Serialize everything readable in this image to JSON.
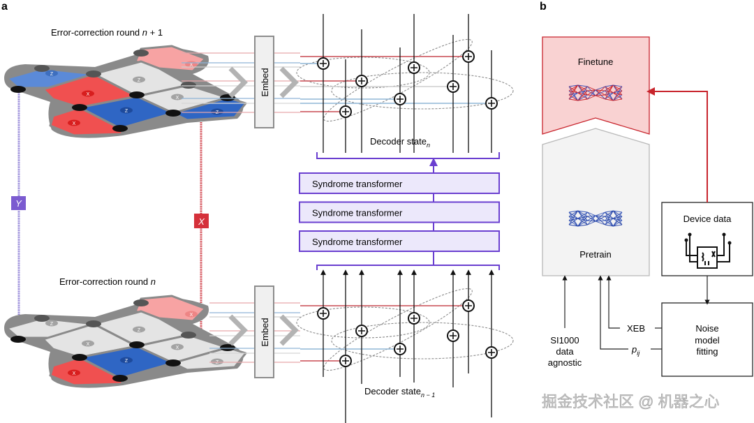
{
  "panel_a": {
    "letter": "a",
    "round_top": {
      "prefix": "Error-correction round ",
      "var": "n",
      "suffix": " + 1"
    },
    "round_bottom": {
      "prefix": "Error-correction round ",
      "var": "n",
      "suffix": ""
    },
    "embed_label": "Embed",
    "decoder_state_top": {
      "text": "Decoder state",
      "sub": "n"
    },
    "decoder_state_bottom": {
      "text": "Decoder state",
      "sub": "n − 1"
    },
    "transformers": [
      "Syndrome transformer",
      "Syndrome transformer",
      "Syndrome transformer"
    ],
    "y_error_label": "Y",
    "x_error_label": "X",
    "tiles_top": [
      {
        "label": "Z",
        "state": "blue-light"
      },
      {
        "label": "X",
        "state": "red-light"
      },
      {
        "label": "Z",
        "state": "gray"
      },
      {
        "label": "X",
        "state": "red"
      },
      {
        "label": "X",
        "state": "gray"
      },
      {
        "label": "Z",
        "state": "blue"
      },
      {
        "label": "X",
        "state": "red"
      },
      {
        "label": "Z",
        "state": "blue"
      }
    ],
    "tiles_bottom": [
      {
        "label": "Z",
        "state": "gray"
      },
      {
        "label": "X",
        "state": "red-light"
      },
      {
        "label": "Z",
        "state": "gray"
      },
      {
        "label": "X",
        "state": "gray"
      },
      {
        "label": "X",
        "state": "gray"
      },
      {
        "label": "Z",
        "state": "blue"
      },
      {
        "label": "X",
        "state": "red"
      },
      {
        "label": "Z",
        "state": "gray"
      }
    ]
  },
  "panel_b": {
    "letter": "b",
    "finetune_label": "Finetune",
    "pretrain_label": "Pretrain",
    "device_data_label": "Device data",
    "noise_model_label": [
      "Noise",
      "model",
      "fitting"
    ],
    "xeb_label": "XEB",
    "pij_label": {
      "base": "p",
      "sub": "ij"
    },
    "si1000_label": [
      "SI1000",
      "data",
      "agnostic"
    ]
  },
  "watermark": "掘金技术社区 @ 机器之心",
  "colors": {
    "purple": "#6a3fd0",
    "purple_fill": "#ece8fb",
    "red": "#c8242c",
    "finetune_fill": "#f9d2d2",
    "pretrain_fill": "#f3f3f3",
    "blue_tile": "#2f66c4",
    "red_tile": "#f05050"
  }
}
